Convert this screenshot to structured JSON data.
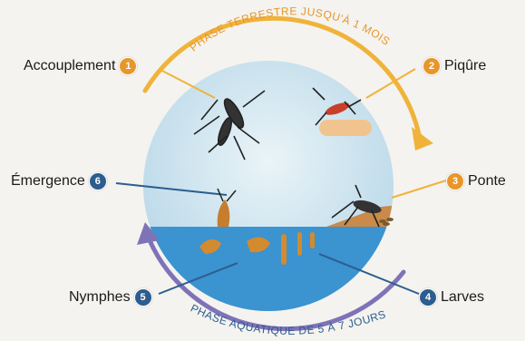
{
  "phases": {
    "terrestrial": "PHASE TERRESTRE JUSQU'À 1 MOIS",
    "aquatic": "PHASE AQUATIQUE DE 5 À 7 JOURS"
  },
  "stages": [
    {
      "number": "1",
      "label": "Accouplement",
      "phase": "terrestrial"
    },
    {
      "number": "2",
      "label": "Piqûre",
      "phase": "terrestrial"
    },
    {
      "number": "3",
      "label": "Ponte",
      "phase": "terrestrial"
    },
    {
      "number": "4",
      "label": "Larves",
      "phase": "aquatic"
    },
    {
      "number": "5",
      "label": "Nymphes",
      "phase": "aquatic"
    },
    {
      "number": "6",
      "label": "Émergence",
      "phase": "aquatic"
    }
  ],
  "colors": {
    "terrestrial": "#e8962a",
    "aquatic": "#2c5d8f",
    "arc_aquatic": "#7f73b8",
    "water": "#3b93cf",
    "sky": "#c9e2ee"
  }
}
